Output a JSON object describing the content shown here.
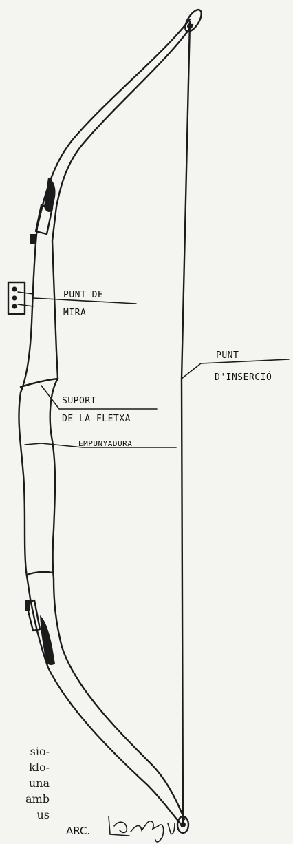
{
  "labels": {
    "sight": [
      "PUNT DE",
      "MIRA"
    ],
    "nock_point": [
      "PUNT",
      "D'INSERCIÓ"
    ],
    "arrow_rest": [
      "SUPORT",
      "DE LA FLETXA"
    ],
    "grip": "EMPUNYADURA"
  },
  "caption": "ARC.",
  "body_text_lines": [
    "sio-",
    "klo-",
    "una",
    "amb",
    "us"
  ]
}
